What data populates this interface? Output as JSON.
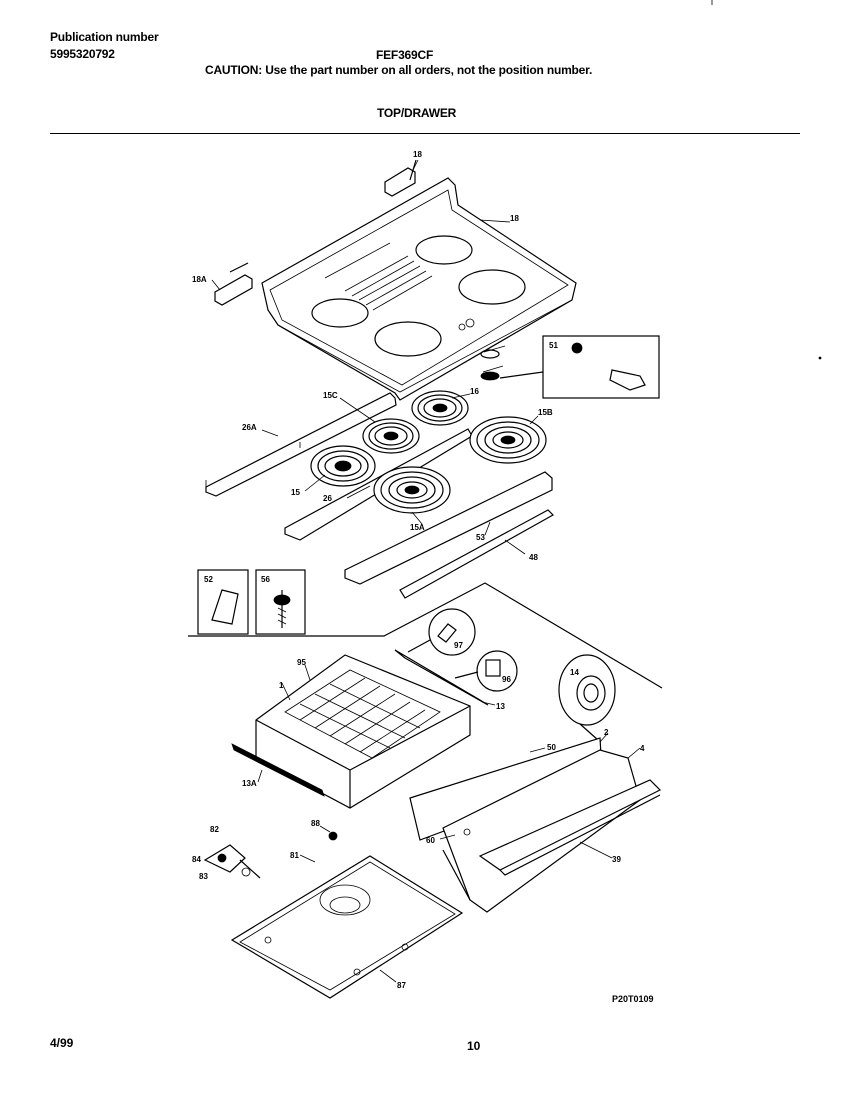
{
  "header": {
    "pub_label": "Publication number",
    "pub_number": "5995320792",
    "model": "FEF369CF",
    "caution": "CAUTION:  Use the part number on all orders, not the position number.",
    "section": "TOP/DRAWER"
  },
  "footer": {
    "date": "4/99",
    "page": "10",
    "figure_code": "P20T0109"
  },
  "callouts": {
    "c18_top": "18",
    "c18A": "18A",
    "c16": "16",
    "c51": "51",
    "c15C": "15C",
    "c15": "15",
    "c15B": "15B",
    "c26A": "26A",
    "c15_left": "15",
    "c26": "26",
    "c15A": "15A",
    "c53": "53",
    "c48": "48",
    "c52": "52",
    "c56": "56",
    "c97": "97",
    "c95": "95",
    "c96": "96",
    "c14": "14",
    "c1": "1",
    "c2": "2",
    "c4": "4",
    "c13": "13",
    "c13A": "13A",
    "c50": "50",
    "c60": "60",
    "c39": "39",
    "c88": "88",
    "c82": "82",
    "c84": "84",
    "c83": "83",
    "c81": "81",
    "c87": "87"
  }
}
